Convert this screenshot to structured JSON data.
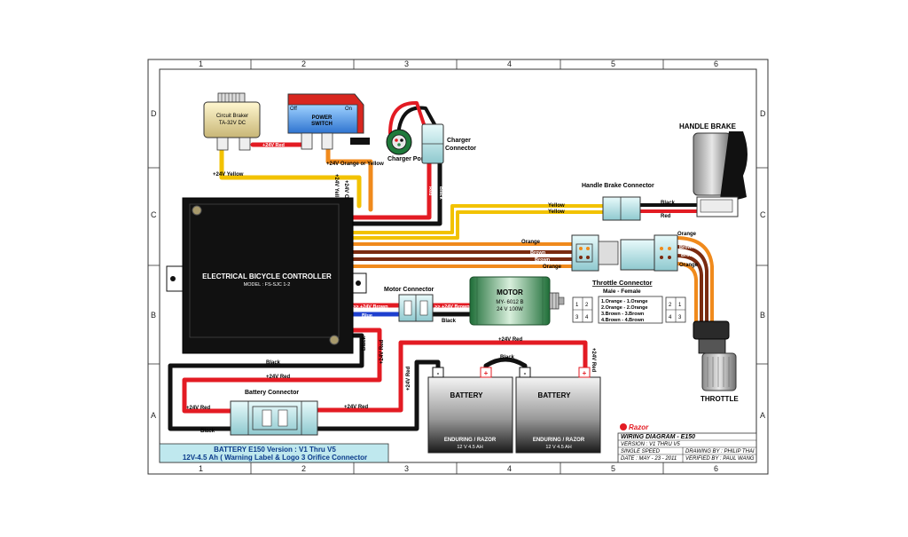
{
  "frame": {
    "cols": [
      "1",
      "2",
      "3",
      "4",
      "5",
      "6"
    ],
    "rows": [
      "D",
      "C",
      "B",
      "A"
    ]
  },
  "components": {
    "circuit_breaker": {
      "line1": "Circuit Braker",
      "line2": "TA-32V DC"
    },
    "power_switch": {
      "title": "POWER",
      "title2": "SWITCH",
      "off": "Off",
      "on": "On"
    },
    "charger_port": "Charger Port",
    "charger_connector": {
      "line1": "Charger",
      "line2": "Connector"
    },
    "handle_brake": "HANDLE BRAKE",
    "handle_brake_connector": "Handle Brake Connector",
    "controller": {
      "title": "ELECTRICAL BICYCLE CONTROLLER",
      "model": "MODEL : FS-SJC 1-2"
    },
    "motor_connector": "Motor Connector",
    "motor": {
      "title": "MOTOR",
      "model": "MY- 6012 B",
      "spec": "24 V 100W"
    },
    "throttle_connector": {
      "title": "Throttle Connector",
      "subtitle": "Male  -  Female",
      "pins": [
        "1.Orange - 1.Orange",
        "2.Orange - 2.Orange",
        "3.Brown  - 3.Brown",
        "4.Brown  - 4.Brown"
      ],
      "male_nums": [
        "1",
        "2",
        "3",
        "4"
      ],
      "female_nums": [
        "1",
        "2",
        "3",
        "4"
      ]
    },
    "throttle": "THROTTLE",
    "battery_connector": "Battery  Connector",
    "battery_left": {
      "title": "BATTERY",
      "brand": "ENDURING / RAZOR",
      "spec": "12 V 4.5 AH",
      "minus": "-",
      "plus": "+"
    },
    "battery_right": {
      "title": "BATTERY",
      "brand": "ENDURING / RAZOR",
      "spec": "12 V 4.5 AH",
      "minus": "-",
      "plus": "+"
    }
  },
  "wires": {
    "red24": "+24V Red",
    "yellow24": "+24V Yellow",
    "orange_yellow": "+24V Orange or Yellow",
    "black": "Black",
    "red": "Red",
    "yellow": "Yellow",
    "orange": "Orange",
    "brown": "Brown",
    "brown24": ">> +24V Brown",
    "blue": "Blue"
  },
  "info_box": {
    "line1": "BATTERY E150 Version : V1 Thru V5",
    "line2": "12V-4.5 Ah ( Warning Label & Logo 3 Orifice Connector"
  },
  "title_block": {
    "logo": "Razor",
    "title": "WIRING DIAGRAM -  E150",
    "version": "VERSION : V1 THRU V5",
    "speed": "SINGLE SPEED",
    "drawing_by": "DRAWING BY : PHILIP THAI",
    "date": "DATE : MAY - 23 - 2011",
    "verified_by": "VERIFIED BY : PAUL WANG"
  },
  "colors": {
    "red": "#e31b23",
    "black": "#111111",
    "yellow": "#f2c200",
    "orange": "#f08a1c",
    "brown": "#7a2a10",
    "blue": "#1d3fcf",
    "info_bg": "#bfe8ee",
    "motor_green": "#2e8b4a"
  }
}
